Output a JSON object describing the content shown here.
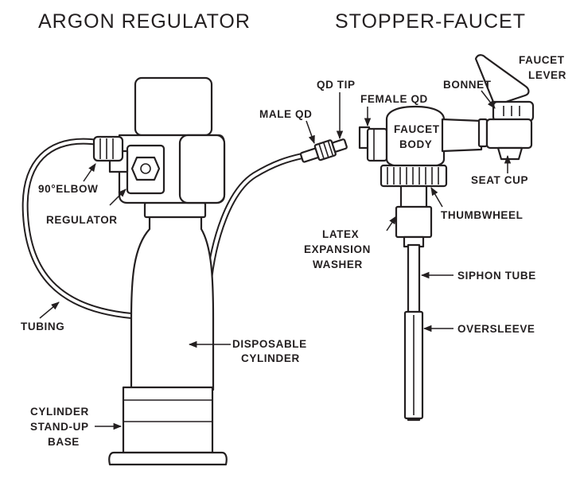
{
  "titles": {
    "left": "ARGON REGULATOR",
    "right": "STOPPER-FAUCET"
  },
  "labels": {
    "elbow": "90°ELBOW",
    "regulator": "REGULATOR",
    "tubing": "TUBING",
    "disposable_1": "DISPOSABLE",
    "disposable_2": "CYLINDER",
    "base_1": "CYLINDER",
    "base_2": "STAND-UP",
    "base_3": "BASE",
    "male_qd": "MALE QD",
    "qd_tip": "QD TIP",
    "female_qd": "FEMALE QD",
    "faucet_body_1": "FAUCET",
    "faucet_body_2": "BODY",
    "bonnet": "BONNET",
    "faucet_lever_1": "FAUCET",
    "faucet_lever_2": "LEVER",
    "seat_cup": "SEAT CUP",
    "thumbwheel": "THUMBWHEEL",
    "latex_1": "LATEX",
    "latex_2": "EXPANSION",
    "latex_3": "WASHER",
    "siphon_tube": "SIPHON TUBE",
    "oversleeve": "OVERSLEEVE"
  }
}
